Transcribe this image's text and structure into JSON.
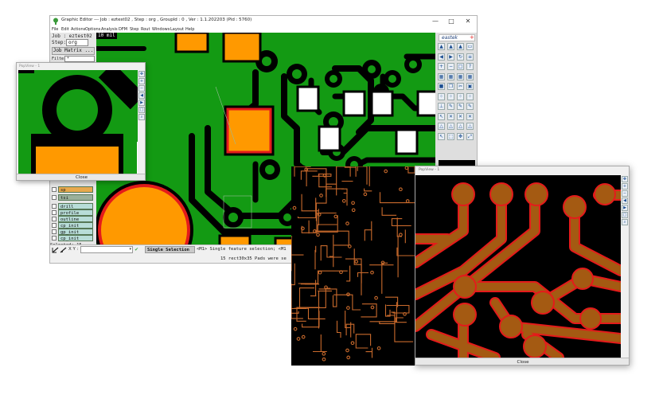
{
  "main_window": {
    "title": "Graphic Editor --- Job : eztest02 , Step : org , GroupId : 0 , Ver : 1.1.202203 (Pid : 5760)",
    "minimize": "—",
    "maximize": "□",
    "close": "✕",
    "menu": [
      "File",
      "Edit",
      "Actions",
      "Options",
      "Analysis",
      "DFM",
      "Step",
      "Rout",
      "Windows",
      "Layout",
      "Help"
    ]
  },
  "left_panel": {
    "job_label": "Job : eztest02",
    "step_label": "Step:",
    "step_value": "org",
    "job_matrix_button": "Job Matrix ...",
    "filter_label": "Filter:",
    "filter_value": "*",
    "layers": [
      "sp",
      "tsi",
      "drill",
      "profile",
      "outline",
      "cp_init",
      "gp_init",
      "cp_init"
    ],
    "selected_label": "Selected: 15"
  },
  "canvas": {
    "measure_label": "10 mil"
  },
  "toolbar": {
    "brand": "eastek",
    "icons": [
      "arrow-up-icon",
      "arrow-up-icon",
      "arrow-up-icon",
      "window-icon",
      "arrow-left-icon",
      "arrow-right-icon",
      "refresh-icon",
      "layers-icon",
      "zoom-in-icon",
      "zoom-out-icon",
      "zoom-fit-icon",
      "help-icon",
      "grid-icon",
      "grid-icon",
      "grid-icon",
      "grid-icon",
      "stop-icon",
      "copy-icon",
      "cut-icon",
      "select-icon",
      "dots-icon",
      "dots-icon",
      "dots-icon",
      "dots-icon",
      "measure-icon",
      "pen-icon",
      "pen-icon",
      "pen-icon",
      "pointer-icon",
      "cross-icon",
      "cross-icon",
      "cross-icon",
      "triangle-icon",
      "triangle-icon",
      "triangle-icon",
      "triangle-icon",
      "select-arrow-icon",
      "select-box-icon",
      "arrows-icon",
      "expand-icon"
    ]
  },
  "statusbar": {
    "xy_label": "X Y :",
    "selection_mode": "Single Selection",
    "hint_text": "<M1> Single feature selection; <M1",
    "status_message": "15 rect30x35 Pads were se"
  },
  "popview1": {
    "title": "PopView - 1",
    "close_label": "Close"
  },
  "popview2": {
    "title": "PopView - 1",
    "close_label": "Close"
  },
  "colors": {
    "board_green": "#139a13",
    "pad_orange": "#ff9900",
    "highlight_red": "#e41b1b",
    "trace_orange": "#c96a2c",
    "copper_brown": "#a45a12"
  }
}
